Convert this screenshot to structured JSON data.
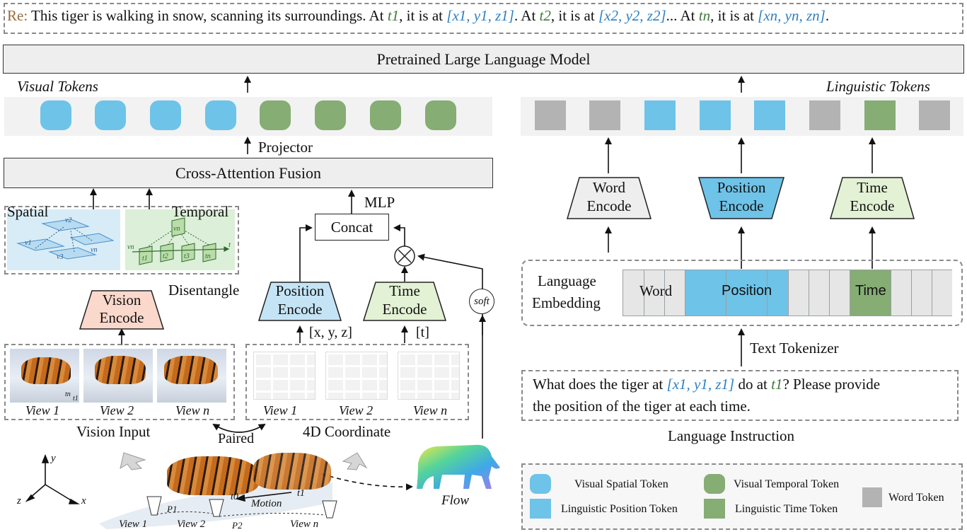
{
  "caption": {
    "prefix": "Re:",
    "s1": " This tiger is walking in snow, scanning its surroundings. At ",
    "t1": "t1",
    "s2": ", it is at ",
    "c1": "[x1, y1, z1]",
    "s3": ". At ",
    "t2": "t2",
    "s4": ", it is at ",
    "c2": "[x2, y2, z2]",
    "s5": "... At ",
    "tn": "tn",
    "s6": ", it is at ",
    "cn": "[xn, yn, zn]",
    "s7": "."
  },
  "llm": "Pretrained Large Language Model",
  "visual_tokens_label": "Visual Tokens",
  "linguistic_tokens_label": "Linguistic Tokens",
  "projector": "Projector",
  "cross_attention": "Cross-Attention Fusion",
  "mlp": "MLP",
  "concat": "Concat",
  "spatial": "Spatial",
  "temporal": "Temporal",
  "spatial_marks": [
    "v1",
    "v2",
    "v3",
    "vn"
  ],
  "temporal_marks": [
    "vn",
    "vn",
    "t1",
    "t2",
    "t3",
    "tn",
    "t"
  ],
  "disentangle": "Disentangle",
  "vision_encode": [
    "Vision",
    "Encode"
  ],
  "position_encode": [
    "Position",
    "Encode"
  ],
  "time_encode": [
    "Time",
    "Encode"
  ],
  "word_encode": [
    "Word",
    "Encode"
  ],
  "soft": "soft",
  "xyz": "[x, y, z]",
  "t_bracket": "[t]",
  "views_left": [
    "View 1",
    "View 2",
    "View n"
  ],
  "views_right": [
    "View 1",
    "View 2",
    "View n"
  ],
  "vision_input": "Vision Input",
  "coord_4d": "4D Coordinate",
  "paired": "Paired",
  "frame_marks": [
    "tn",
    "t1"
  ],
  "flow": "Flow",
  "axes": {
    "y": "y",
    "z": "z",
    "x": "x"
  },
  "scene": {
    "motion": "Motion",
    "t0": "t0",
    "t1": "t1",
    "p1": "P1",
    "p2": "P2",
    "view1": "View 1",
    "view2": "View 2",
    "viewn": "View n"
  },
  "language_embedding": [
    "Language",
    "Embedding"
  ],
  "emb_word": "Word",
  "emb_position": "Position",
  "emb_time": "Time",
  "text_tokenizer": "Text Tokenizer",
  "instruction": {
    "s1": "What does the tiger at ",
    "c1": "[x1, y1, z1]",
    "s2": " do at ",
    "t1": "t1",
    "s3": "? Please provide",
    "line2": "the position of the tiger at each time."
  },
  "language_instruction": "Language Instruction",
  "legend": {
    "visual_spatial": "Visual Spatial Token",
    "visual_temporal": "Visual Temporal Token",
    "word_token": "Word Token",
    "linguistic_position": "Linguistic Position Token",
    "linguistic_time": "Linguistic Time Token"
  },
  "colors": {
    "blue": "#6ec3e8",
    "green": "#86ad74",
    "gray": "#b3b3b3",
    "blue_text": "#2d7fc1",
    "green_text": "#3f7a3a",
    "vision_fill": "#fbd8cc",
    "position_fill": "#c4e4f6",
    "time_fill": "#e3f1d4",
    "word_fill": "#eeeeee"
  }
}
